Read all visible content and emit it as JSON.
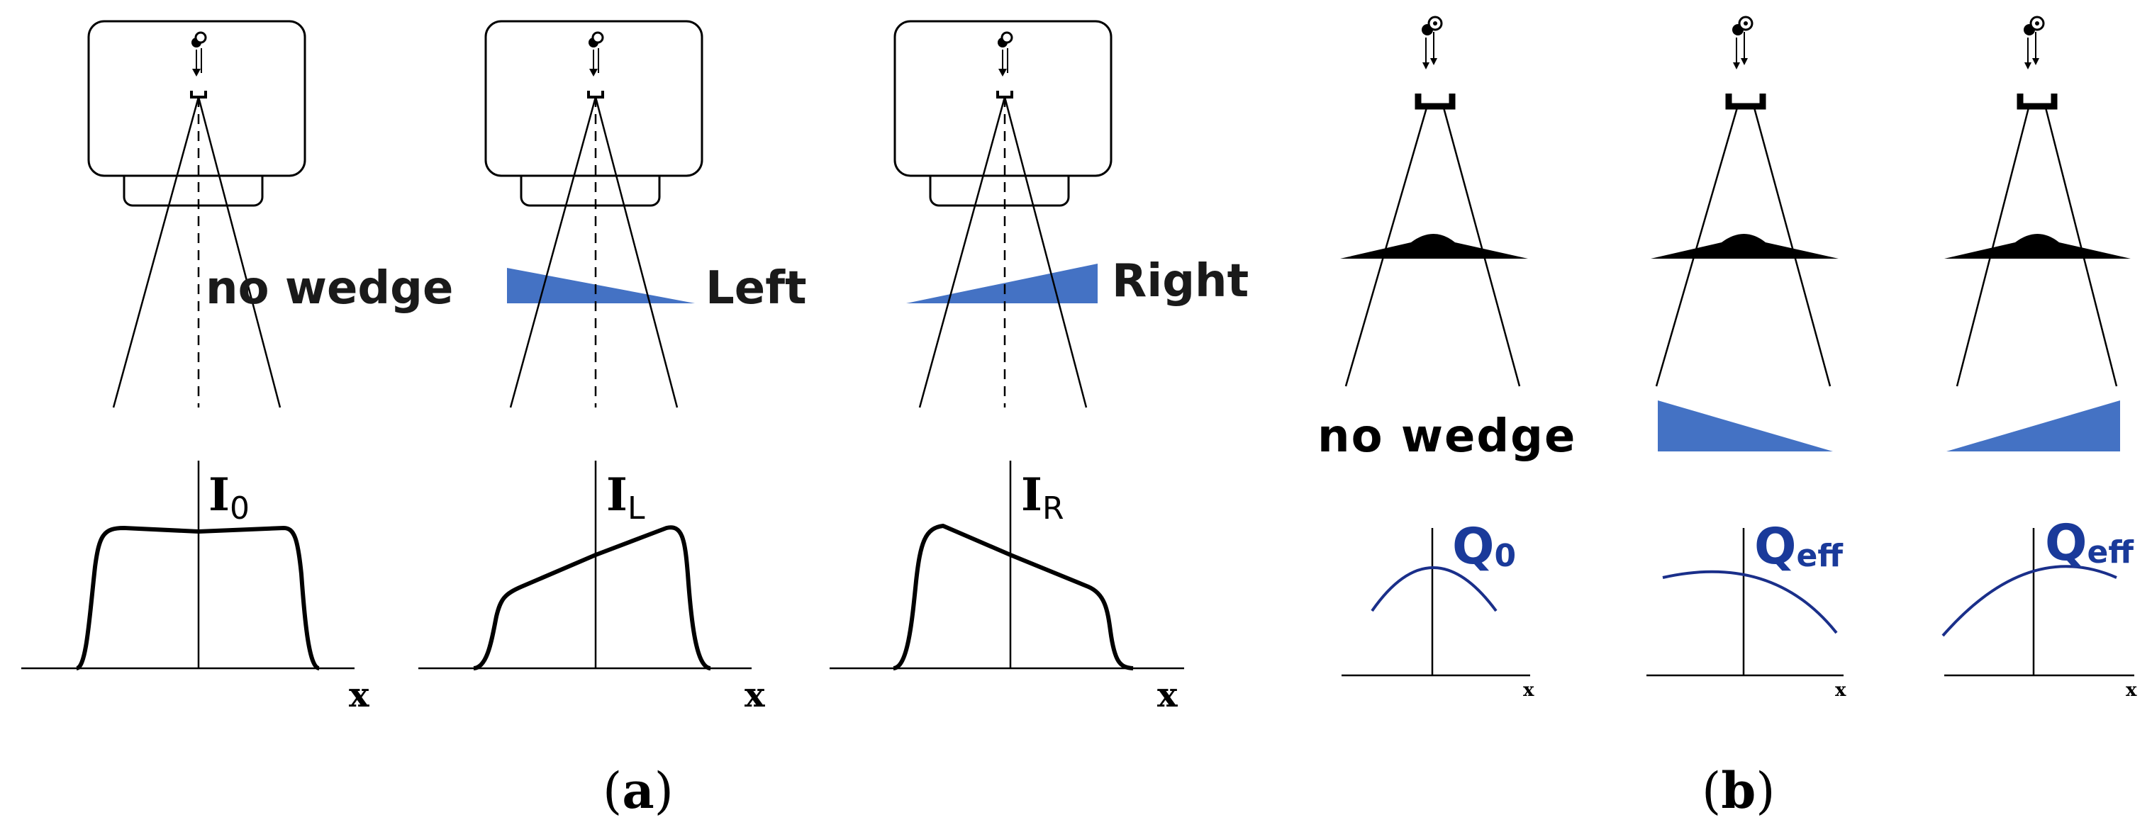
{
  "panel_a": {
    "caption_open": "(",
    "caption_letter": "a",
    "caption_close": ")",
    "columns": [
      {
        "label": "no wedge",
        "intensity_symbol": "I",
        "intensity_subscript": "0",
        "axis_label": "x"
      },
      {
        "label": "Left",
        "intensity_symbol": "I",
        "intensity_subscript": "L",
        "axis_label": "x"
      },
      {
        "label": "Right",
        "intensity_symbol": "I",
        "intensity_subscript": "R",
        "axis_label": "x"
      }
    ]
  },
  "panel_b": {
    "caption_open": "(",
    "caption_letter": "b",
    "caption_close": ")",
    "columns": [
      {
        "label": "no wedge",
        "quality_symbol": "Q",
        "quality_subscript": "0",
        "axis_label": "x"
      },
      {
        "label": "",
        "quality_symbol": "Q",
        "quality_subscript": "eff",
        "axis_label": "x"
      },
      {
        "label": "",
        "quality_symbol": "Q",
        "quality_subscript": "eff",
        "axis_label": "x"
      }
    ]
  },
  "colors": {
    "wedge": "#4472c4",
    "quality_curve": "#1a2f8a",
    "quality_label": "#1a3a9a"
  },
  "icons": [
    "electron-source-icon",
    "target-icon",
    "flattening-filter-icon",
    "wedge-filter-icon"
  ]
}
